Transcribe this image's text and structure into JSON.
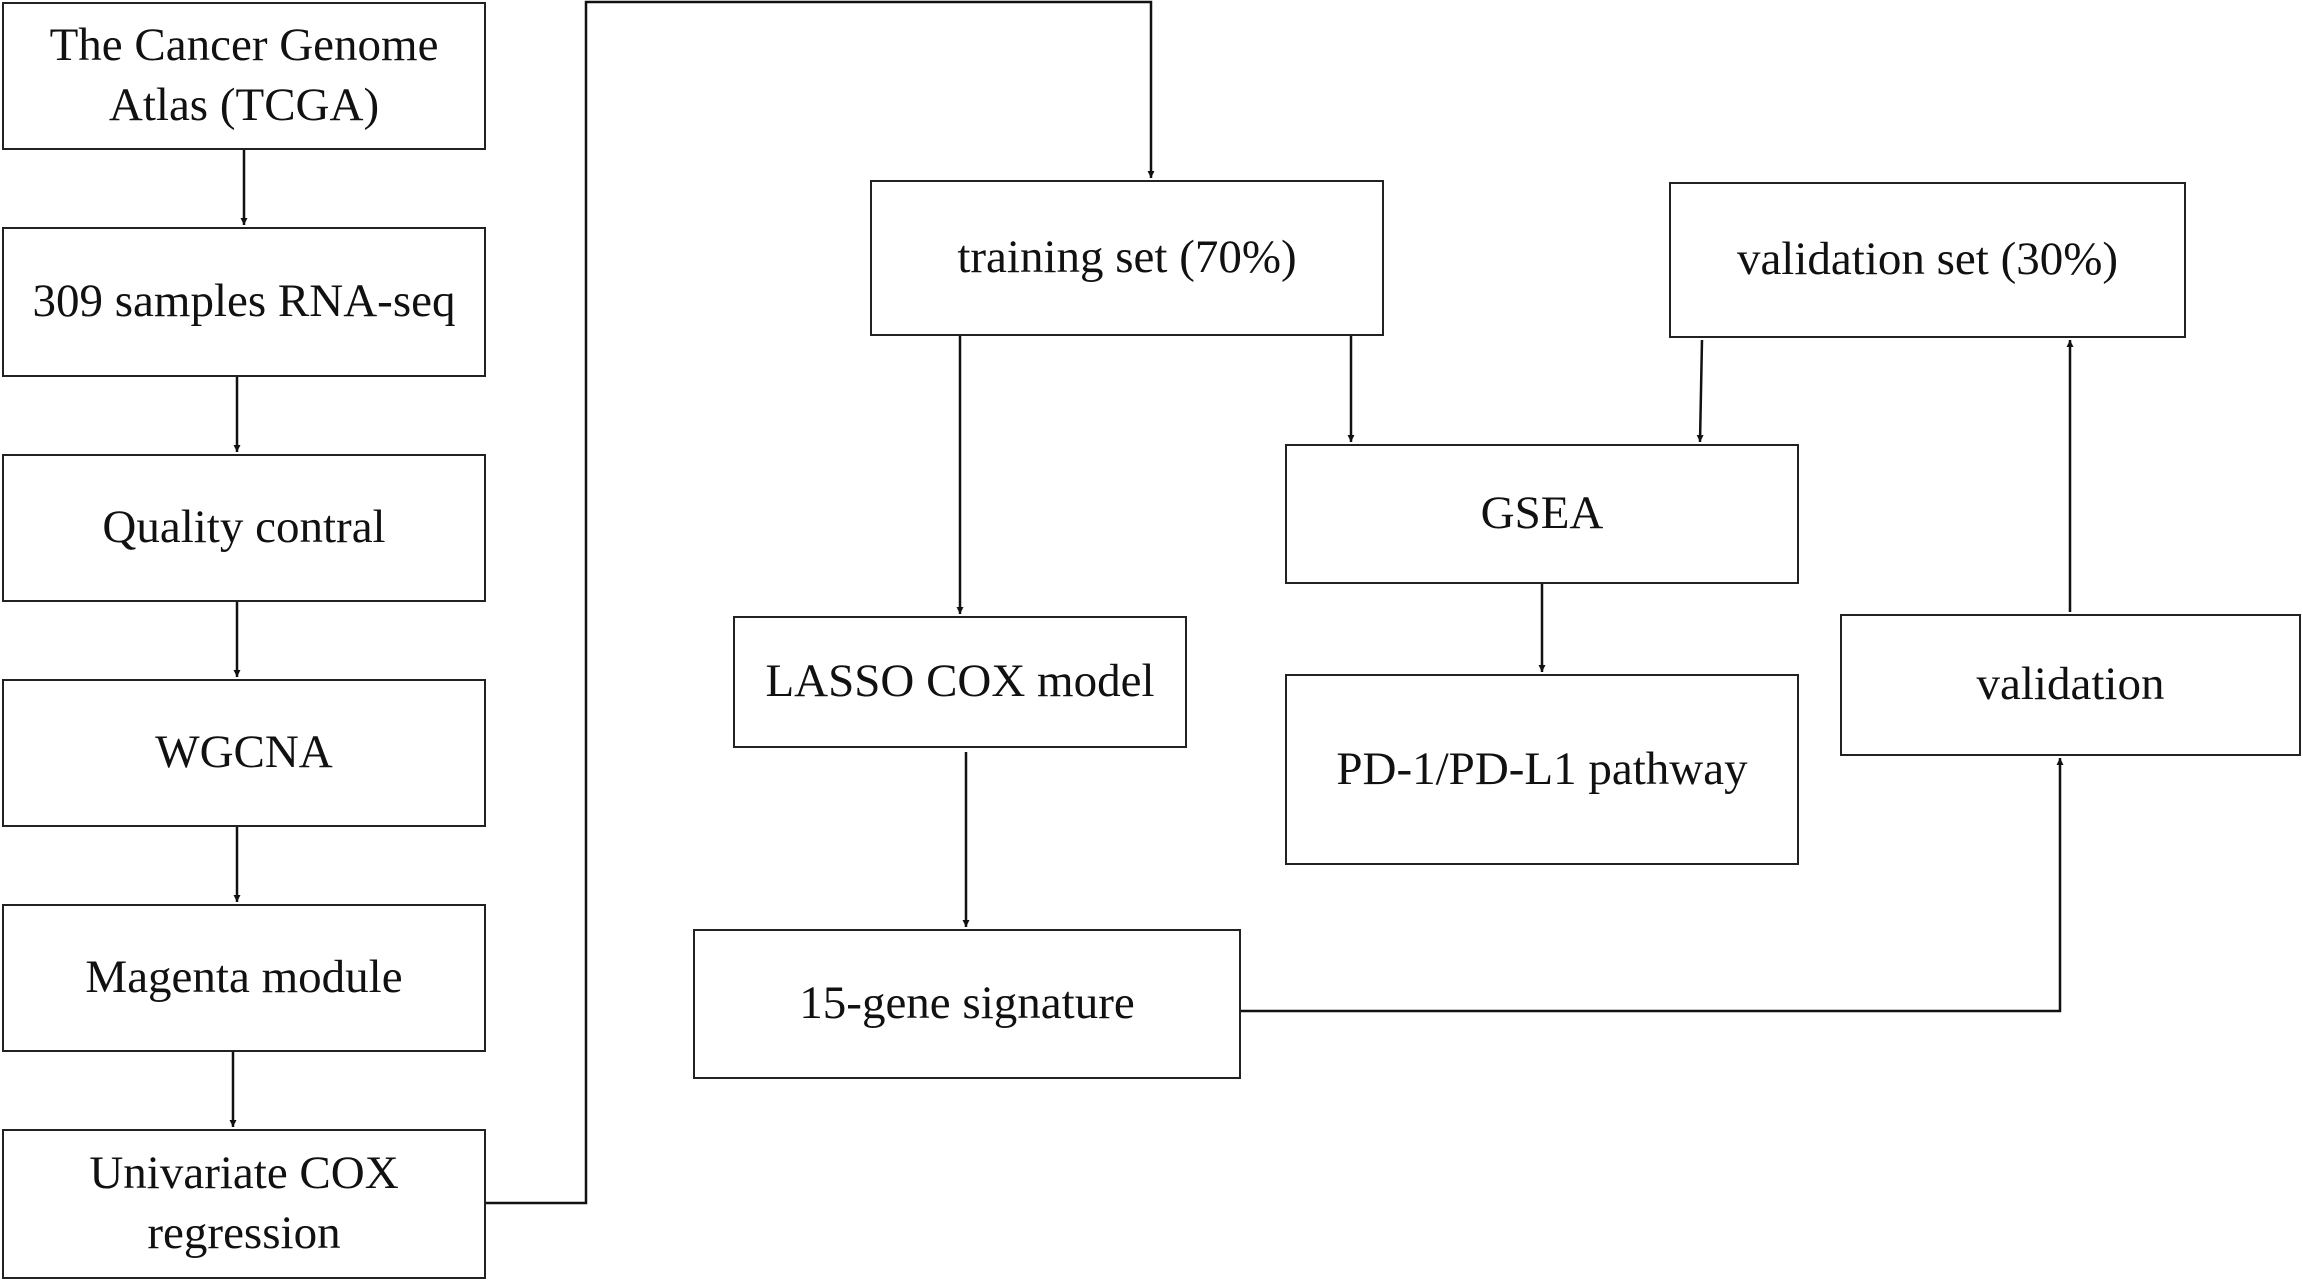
{
  "nodes": {
    "tcga": {
      "line1": "The Cancer Genome",
      "line2": "Atlas (TCGA)"
    },
    "rnaseq": {
      "label": "309 samples RNA-seq"
    },
    "quality": {
      "label": "Quality contral"
    },
    "wgcna": {
      "label": "WGCNA"
    },
    "magenta": {
      "label": "Magenta module"
    },
    "univariate": {
      "line1": "Univariate COX",
      "line2": "regression"
    },
    "training": {
      "label": "training set (70%)"
    },
    "validation_set": {
      "label": "validation set (30%)"
    },
    "gsea": {
      "label": "GSEA"
    },
    "lasso": {
      "label": "LASSO COX model"
    },
    "pd1": {
      "label": "PD-1/PD-L1 pathway"
    },
    "validation": {
      "label": "validation"
    },
    "signature": {
      "label": "15-gene signature"
    }
  },
  "edges": [
    {
      "from": "tcga",
      "to": "rnaseq"
    },
    {
      "from": "rnaseq",
      "to": "quality"
    },
    {
      "from": "quality",
      "to": "wgcna"
    },
    {
      "from": "wgcna",
      "to": "magenta"
    },
    {
      "from": "magenta",
      "to": "univariate"
    },
    {
      "from": "univariate",
      "to": "training"
    },
    {
      "from": "training",
      "to": "lasso"
    },
    {
      "from": "training",
      "to": "gsea"
    },
    {
      "from": "validation_set",
      "to": "gsea"
    },
    {
      "from": "gsea",
      "to": "pd1"
    },
    {
      "from": "lasso",
      "to": "signature"
    },
    {
      "from": "signature",
      "to": "validation"
    },
    {
      "from": "validation",
      "to": "validation_set"
    }
  ]
}
